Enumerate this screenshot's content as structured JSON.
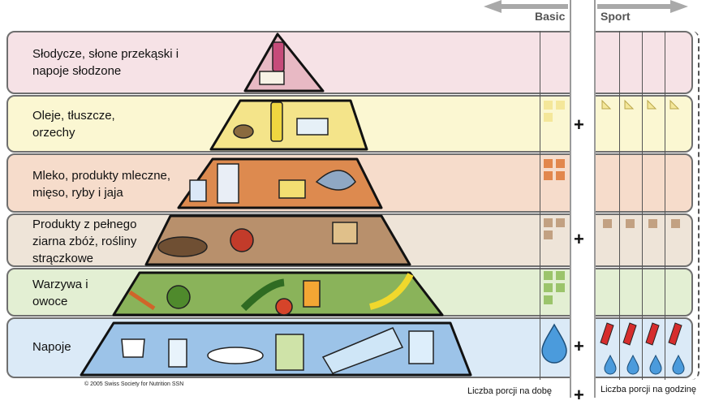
{
  "header": {
    "basic_label": "Basic",
    "sport_label": "Sport"
  },
  "rows": [
    {
      "label": "Słodycze, słone przekąski i\nnapoje słodzone",
      "fill": "#f6e2e6",
      "sq_color": "",
      "basic_plus": false,
      "sport_icon": "none"
    },
    {
      "label": "Oleje, tłuszcze,\norzechy",
      "fill": "#fbf7d2",
      "sq_color": "#f4e79a",
      "basic_plus": true,
      "sport_icon": "triangle"
    },
    {
      "label": "Mleko, produkty mleczne,\nmięso, ryby i jaja",
      "fill": "#f6dccb",
      "sq_color": "#e2874d",
      "basic_plus": false,
      "sport_icon": "none"
    },
    {
      "label": "Produkty z pełnego\nziarna zbóż, rośliny\nstrączkowe",
      "fill": "#eee4d8",
      "sq_color": "#c2a182",
      "basic_plus": true,
      "sport_icon": "square"
    },
    {
      "label": "Warzywa i\nowoce",
      "fill": "#e3efd3",
      "sq_color": "#9bc46b",
      "basic_plus": false,
      "sport_icon": "none"
    },
    {
      "label": "Napoje",
      "fill": "#dbeaf7",
      "sq_color": "",
      "basic_plus": true,
      "sport_icon": "bottle"
    }
  ],
  "colors": {
    "pyr_tier1": "#e8b9c4",
    "pyr_tier2": "#f4e48a",
    "pyr_tier3": "#dd8a4f",
    "pyr_tier4": "#b8906c",
    "pyr_tier5": "#8ab35a",
    "pyr_tier6": "#9cc3e8",
    "water": "#4b9bdc",
    "bottle": "#d62d2d"
  },
  "copyright": "© 2005 Swiss Society for Nutrition SSN",
  "footer": {
    "basic_note": "Liczba porcji na dobę",
    "sport_note": "Liczba porcji na godzinę"
  }
}
